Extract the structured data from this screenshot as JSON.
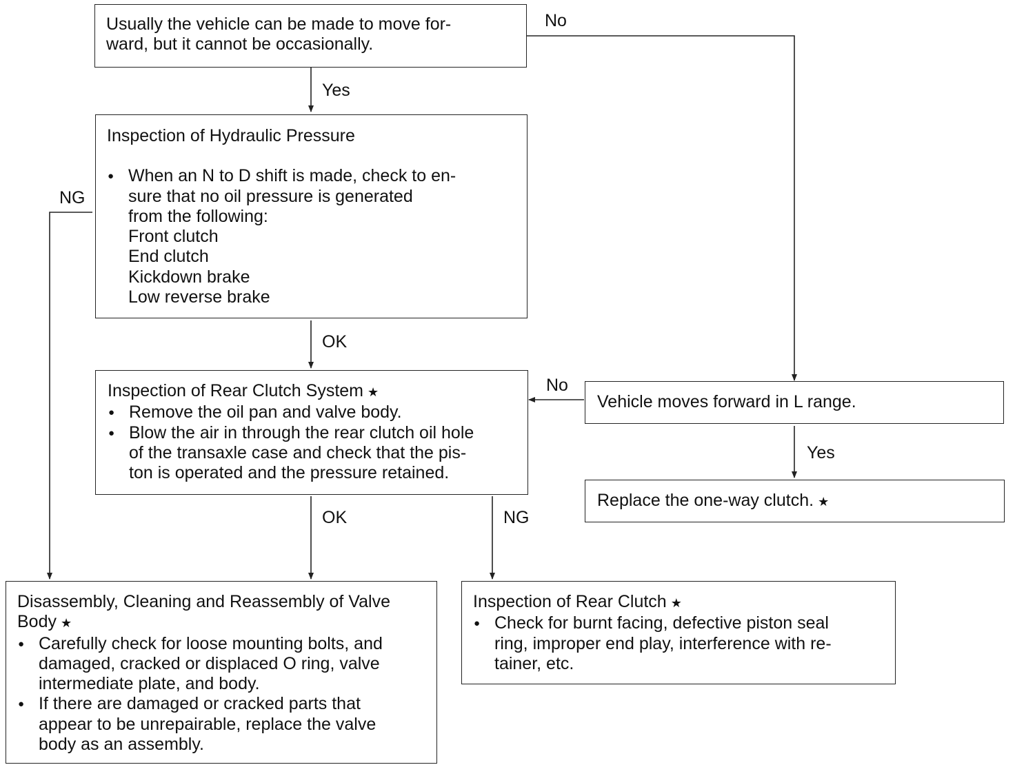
{
  "nodes": {
    "start": {
      "lines": [
        "Usually the vehicle can be made to move for-",
        "ward, but it cannot be occasionally."
      ]
    },
    "hydraulic": {
      "title": "Inspection of Hydraulic Pressure",
      "bullet_lines": [
        "When an N to D shift is made, check to en-",
        "sure that no oil pressure is generated",
        "from the following:"
      ],
      "items": [
        "Front clutch",
        "End clutch",
        "Kickdown brake",
        "Low reverse brake"
      ]
    },
    "rear_system": {
      "title": "Inspection of Rear Clutch System",
      "bullets": [
        [
          "Remove the oil pan and valve body."
        ],
        [
          "Blow the air in through the rear clutch oil hole",
          "of the transaxle case and check that the pis-",
          "ton is operated and the pressure retained."
        ]
      ]
    },
    "l_range": {
      "text": "Vehicle moves forward in L range."
    },
    "one_way": {
      "text": "Replace the one-way clutch."
    },
    "valve_body": {
      "title_lines": [
        "Disassembly, Cleaning and Reassembly of Valve",
        "Body"
      ],
      "bullets": [
        [
          "Carefully check for loose mounting bolts, and",
          "damaged, cracked or displaced O ring, valve",
          "intermediate plate, and body."
        ],
        [
          "If there are damaged or cracked parts that",
          "appear to be unrepairable, replace the valve",
          "body as an assembly."
        ]
      ]
    },
    "rear_clutch": {
      "title": "Inspection of Rear Clutch",
      "bullets": [
        [
          "Check for burnt facing, defective piston seal",
          "ring, improper end play, interference with re-",
          "tainer, etc."
        ]
      ]
    }
  },
  "edge_labels": {
    "start_no": "No",
    "start_yes": "Yes",
    "hydraulic_ng": "NG",
    "hydraulic_ok": "OK",
    "lrange_no": "No",
    "lrange_yes": "Yes",
    "rear_ok": "OK",
    "rear_ng": "NG"
  },
  "star_symbol": "★",
  "colors": {
    "line": "#222222",
    "text": "#111111",
    "background": "#ffffff"
  }
}
